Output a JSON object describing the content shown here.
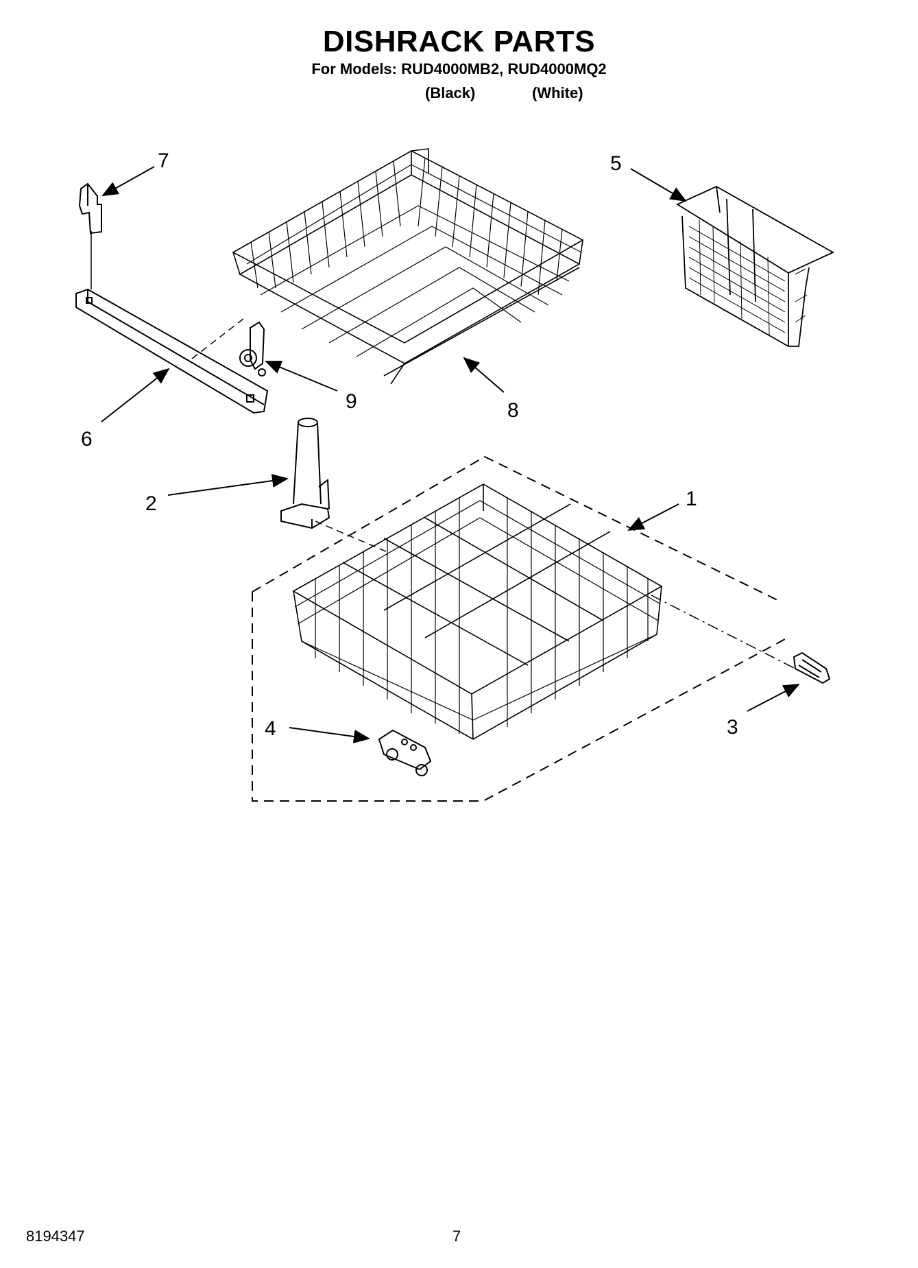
{
  "header": {
    "title": "DISHRACK PARTS",
    "models_line": "For Models: RUD4000MB2, RUD4000MQ2",
    "variants": [
      "(Black)",
      "(White)"
    ]
  },
  "callouts": {
    "c1": "1",
    "c2": "2",
    "c3": "3",
    "c4": "4",
    "c5": "5",
    "c6": "6",
    "c7": "7",
    "c8": "8",
    "c9": "9"
  },
  "parts": {
    "p1": "lower-dishrack",
    "p2": "center-post",
    "p3": "rear-stop",
    "p4": "wheel-assembly",
    "p5": "silverware-basket",
    "p6": "track-rail",
    "p7": "rail-end-cap",
    "p8": "upper-dishrack",
    "p9": "upper-rack-roller"
  },
  "footer": {
    "doc_number": "8194347",
    "page_number": "7"
  }
}
